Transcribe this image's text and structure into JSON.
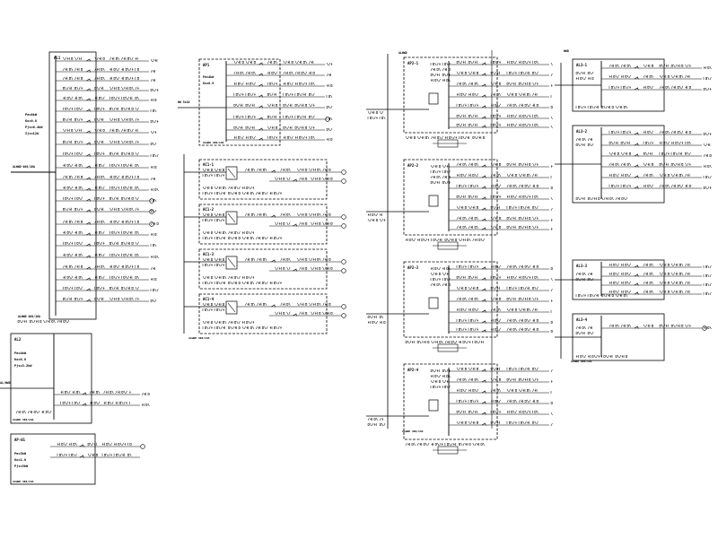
{
  "colors": {
    "ink": "#000000",
    "paper": "#ffffff"
  },
  "panel_a": {
    "labels": [
      "AL1",
      "Pe=8kW",
      "Kx=0.8",
      "Pjs=6.4kW",
      "Ijs=12A"
    ],
    "incoming_label": "ALWWD-400/16A",
    "footer": "ALWWD 400/16A"
  },
  "panel_b": {
    "labels": [
      "AL2",
      "Pe=4kW",
      "Kx=0.8",
      "Pjs=3.2kW"
    ],
    "incoming_label": "AL/WWD",
    "footer": "ALWWD 400/16A"
  },
  "panel_c": {
    "labels": [
      "AP-01",
      "Pe=3kW",
      "Kx=1.0",
      "Pjs=3kW"
    ],
    "footer": "ALWWD 400/16A"
  },
  "panel_d": {
    "labels": [
      "AP1",
      "Pe=4kW",
      "Kx=0.9"
    ],
    "incoming_label": "WW 5x10",
    "footer": "ALWWD 400/16A"
  },
  "motor_panels": {
    "labels": [
      "AC1-1",
      "AC1-2",
      "AC1-3",
      "AC1-4"
    ],
    "footer": "ALWWD 400/16A"
  },
  "center_panels": {
    "labels": [
      "AP2-1",
      "AP2-2",
      "AP2-3",
      "AP2-4"
    ],
    "incoming_label": "ALWWD",
    "footer": "ALWWD 400/16A"
  },
  "right_panels": {
    "labels": [
      "AL3-1",
      "AL3-2",
      "AL3-3",
      "AL3-4"
    ],
    "incoming_label": "WWD",
    "footer": "ALWWD 400/16A"
  }
}
